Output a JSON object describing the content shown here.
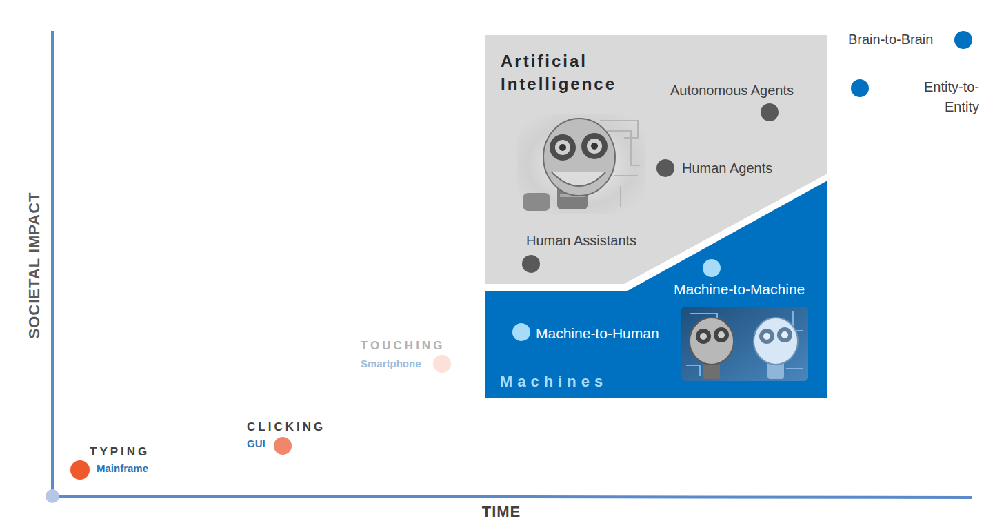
{
  "diagram": {
    "nodes": [
      {
        "text": [
          "Artificial Intelligence"
        ]
      },
      {
        "text": [
          "Autonomous Agents"
        ],
        "in": 0
      },
      {
        "text": [
          "Human Agents"
        ],
        "in": 0
      },
      {
        "text": [
          "Human Assistants"
        ],
        "in": 0
      },
      {
        "text": [
          "Brain-to-Brain"
        ]
      },
      {
        "text": [
          "Entity-to-Entity"
        ]
      },
      {
        "text": [
          "Machines"
        ]
      },
      {
        "text": [
          "Machine-to-Machine"
        ],
        "in": 6
      },
      {
        "text": [
          "Machine-to-Human"
        ],
        "in": 6
      },
      {
        "text": [
          "TOUCHING",
          "Smartphone"
        ]
      },
      {
        "text": [
          "CLICKING",
          "GUI"
        ]
      },
      {
        "text": [
          "TYPING",
          "Mainframe"
        ]
      }
    ],
    "labels": [
      "SOCIETAL IMPACT",
      "TIME"
    ]
  }
}
